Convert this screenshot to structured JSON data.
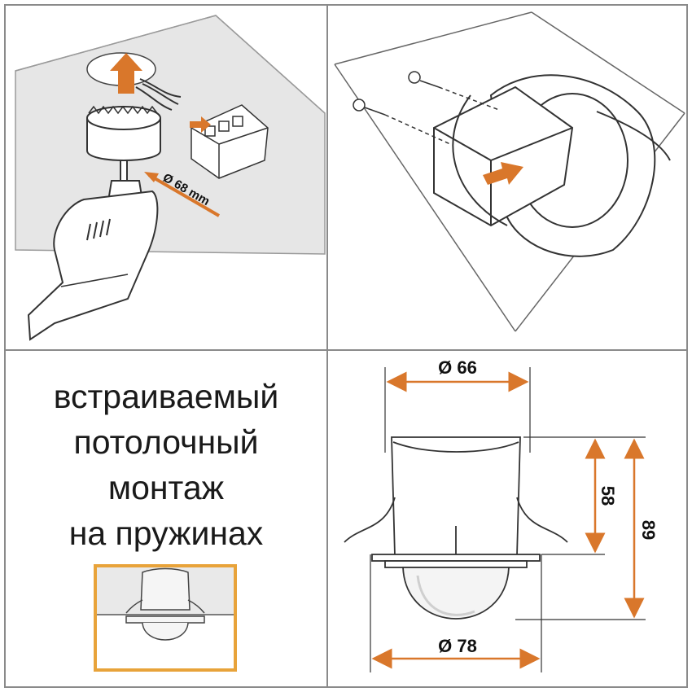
{
  "colors": {
    "arrow": "#d9772b",
    "frame": "#8a8a8a",
    "line": "#1a1a1a",
    "ceiling": "#e6e6e6",
    "thumb_border": "#e8a33a"
  },
  "panel_drill": {
    "hole_label": "Ø 68 mm",
    "icons": [
      "ceiling-panel",
      "drill-icon",
      "hole-saw-icon",
      "cable-icon",
      "terminal-block-icon"
    ]
  },
  "panel_install": {
    "icons": [
      "screw-icon",
      "spring-clip-icon",
      "camera-housing-icon",
      "insert-arrow-icon"
    ]
  },
  "panel_text": {
    "lines": [
      "встраиваемый",
      "потолочный",
      "монтаж",
      "на пружинах"
    ],
    "thumbnail_icon": "flush-mount-camera-thumbnail"
  },
  "panel_dimensions": {
    "top_diameter": "Ø 66",
    "bottom_diameter": "Ø 78",
    "body_height": "58",
    "total_height": "89"
  }
}
